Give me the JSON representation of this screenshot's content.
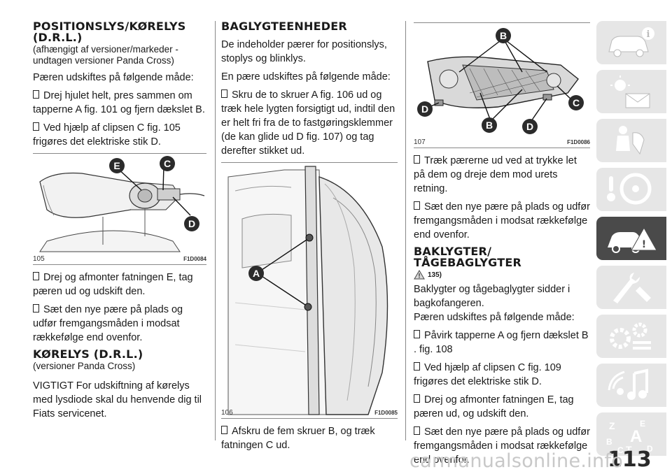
{
  "col1": {
    "h1": "POSITIONSLYS/KØRELYS (D.R.L.)",
    "h1_sub": "(afhængigt af versioner/markeder - undtagen versioner Panda Cross)",
    "p1": "Pæren udskiftes på følgende måde:",
    "b1": "Drej hjulet helt, pres sammen om tapperne A fig. 101 og fjern dækslet B.",
    "b2": "Ved hjælp af clipsen C fig. 105 frigøres det elektriske stik D.",
    "fig": {
      "number": "105",
      "code": "F1D0084",
      "labels": [
        "E",
        "C",
        "D"
      ]
    },
    "b3": "Drej og afmonter fatningen E, tag pæren ud og udskift den.",
    "b4": "Sæt den nye pære på plads og udfør fremgangsmåden i modsat rækkefølge end ovenfor.",
    "h2": "KØRELYS (D.R.L.)",
    "h2_sub": "(versioner Panda Cross)",
    "p2": "VIGTIGT For udskiftning af kørelys med lysdiode skal du henvende dig til Fiats servicenet."
  },
  "col2": {
    "h1": "BAGLYGTEENHEDER",
    "p1": "De indeholder pærer for positionslys, stoplys og blinklys.",
    "p2": "En pære udskiftes på følgende måde:",
    "b1": "Skru de to skruer A fig. 106 ud og træk hele lygten forsigtigt ud, indtil den er helt fri fra de to fastgøringsklemmer (de kan glide ud D fig. 107) og tag derefter stikket ud.",
    "fig": {
      "number": "106",
      "code": "F1D0085",
      "labels": [
        "A"
      ]
    },
    "b2": "Afskru de fem skruer B, og træk fatningen C ud."
  },
  "col3": {
    "fig": {
      "number": "107",
      "code": "F1D0086",
      "labels": [
        "B",
        "C",
        "D",
        "B",
        "D"
      ]
    },
    "b1": "Træk pærerne ud ved at trykke let på dem og dreje dem mod urets retning.",
    "b2": "Sæt den nye pære på plads og udfør fremgangsmåden i modsat rækkefølge end ovenfor.",
    "h1": "BAKLYGTER/ TÅGEBAGLYGTER",
    "warn": "135)",
    "p1": "Baklygter og tågebaglygter sidder i bagkofangeren.",
    "p2": "Pæren udskiftes på følgende måde:",
    "b3": "Påvirk tapperne A og fjern dækslet B . fig. 108",
    "b4": "Ved hjælp af clipsen C fig. 109 frigøres det elektriske stik D.",
    "b5": "Drej og afmonter fatningen E, tag pæren ud, og udskift den.",
    "b6": "Sæt den nye pære på plads og udfør fremgangsmåden i modsat rækkefølge end ovenfor."
  },
  "sidebar": {
    "tabs": [
      "car-info-icon",
      "warning-lights-icon",
      "safety-icon",
      "starting-driving-icon",
      "emergency-icon",
      "maintenance-icon",
      "technical-data-icon",
      "multimedia-icon",
      "index-icon"
    ],
    "active_index": 4,
    "index_letters": [
      "Z",
      "E",
      "B",
      "A",
      "C",
      "T",
      "D"
    ]
  },
  "page_number": "113",
  "watermark": "carmanualsonline.info",
  "colors": {
    "label_circle": "#2b2b2b",
    "sidebar_tab": "#e6e6e6",
    "sidebar_active": "#4a4a4a"
  }
}
